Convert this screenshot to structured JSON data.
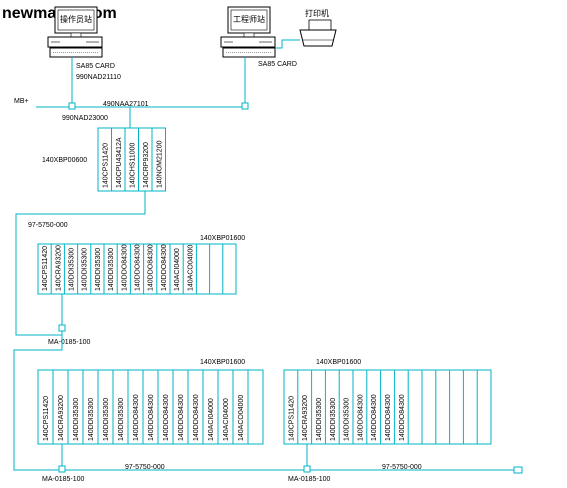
{
  "watermark": "newmaker.com",
  "workstations": {
    "operator": {
      "screen_label": "操作员站",
      "card_label": "SA85 CARD"
    },
    "engineer": {
      "screen_label": "工程师站",
      "card_label": "SA85 CARD"
    },
    "printer": {
      "label": "打印机"
    }
  },
  "network": {
    "bus_label": "MB+",
    "tap_op": "990NAD21110",
    "tap_bus": "990NAD23000",
    "tap_eng": "490NAA27101",
    "cable_1": "97-5750-000",
    "cable_2": "97-5750-000",
    "cable_3": "97-5750-000",
    "tap_r1": "MA-0185-100",
    "tap_r2": "MA-0185-100",
    "tap_r3": "MA-0185-100"
  },
  "racks": [
    {
      "name": "140XBP00600",
      "slots": [
        "140CPS11420",
        "140CPU43412A",
        "140CHS11000",
        "140CRP93200",
        "140NOM21200"
      ],
      "empty_slots": 0
    },
    {
      "name": "140XBP01600",
      "slots": [
        "140CPS11420",
        "140CRA93200",
        "140DDI35300",
        "140DDI35300",
        "140DDI35300",
        "140DDI35300",
        "140DDO84300",
        "140DDO84300",
        "140DDO84300",
        "140DDO84300",
        "140ACI04000",
        "140ACO04000"
      ],
      "empty_slots": 3
    },
    {
      "name": "140XBP01600",
      "slots": [
        "140CPS11420",
        "140CRA93200",
        "140DDI35300",
        "140DDI35300",
        "140DDI35300",
        "140DDI35300",
        "140DDO84300",
        "140DDO84300",
        "140DDO84300",
        "140DDO84300",
        "140DDO84300",
        "140ACI04000",
        "140ACI04000",
        "140ACO04000"
      ],
      "empty_slots": 1
    },
    {
      "name": "140XBP01600",
      "slots": [
        "140CPS11420",
        "140CRA93200",
        "140DDI35300",
        "140DDI35300",
        "140DDI35300",
        "140DDO84300",
        "140DDO84300",
        "140DDO84300",
        "140DDO84300"
      ],
      "empty_slots": 6
    }
  ]
}
